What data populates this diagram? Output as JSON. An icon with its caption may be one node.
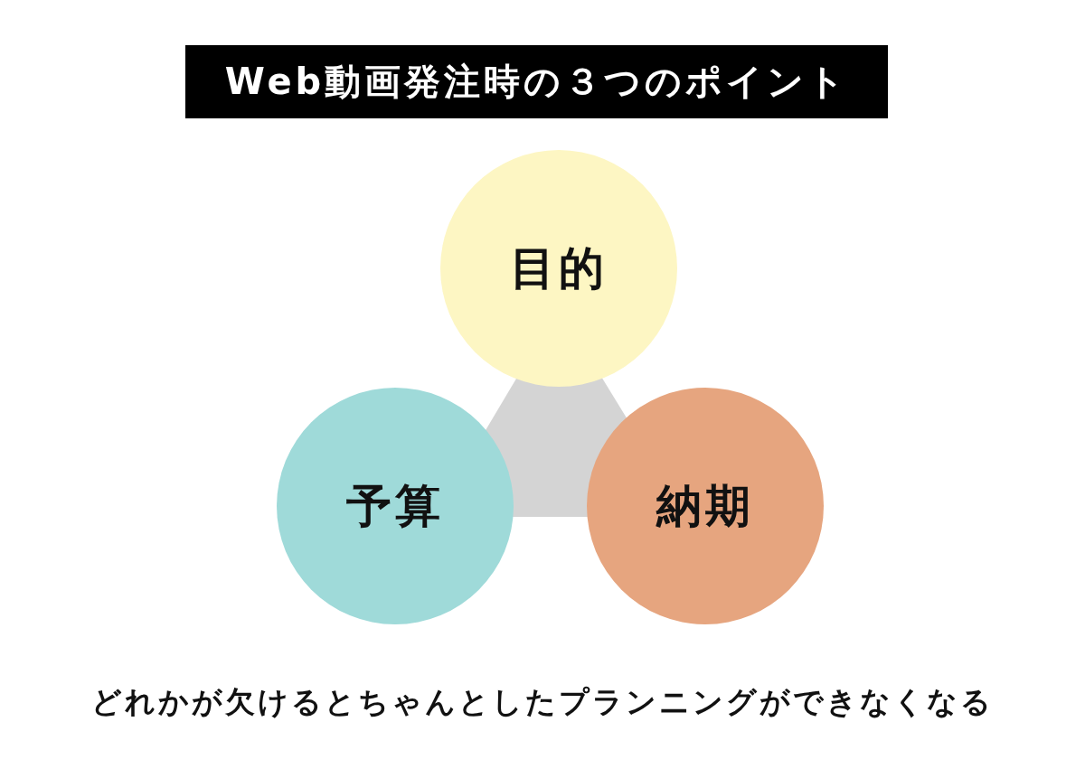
{
  "diagram": {
    "title": "Web動画発注時の３つのポイント",
    "nodes": [
      {
        "text": [
          "目的"
        ]
      },
      {
        "text": [
          "予算"
        ]
      },
      {
        "text": [
          "納期"
        ]
      }
    ],
    "caption": "どれかが欠けるとちゃんとしたプランニングができなくなる"
  }
}
